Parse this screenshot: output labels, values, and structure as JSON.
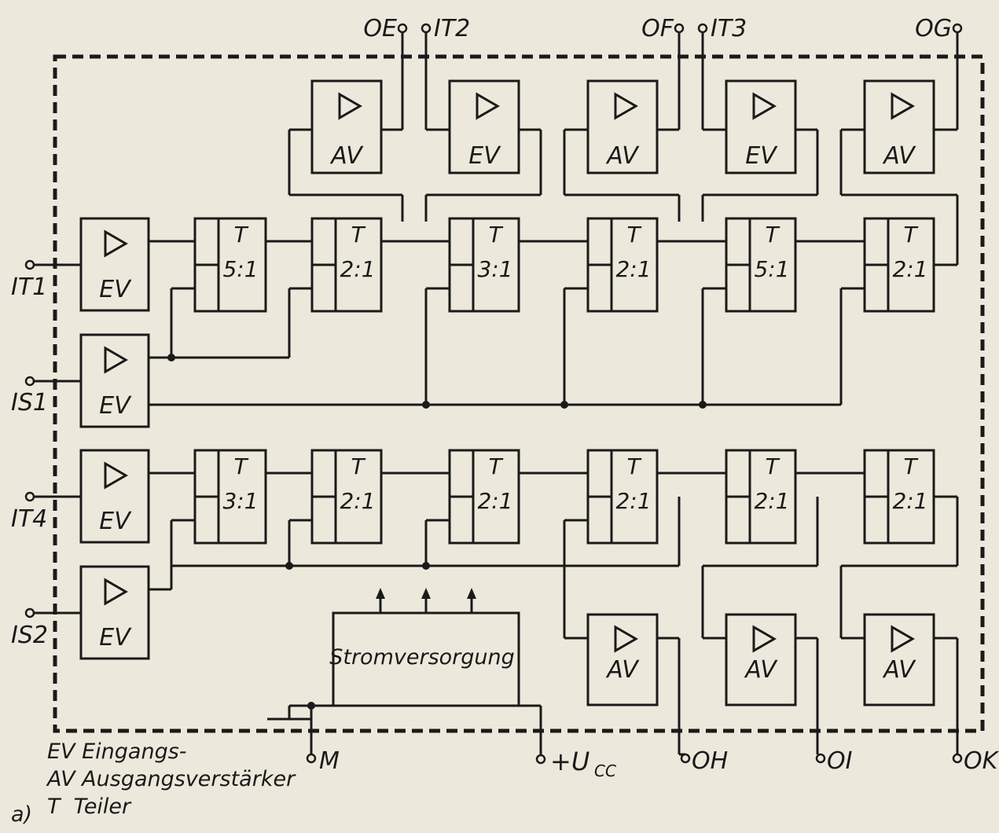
{
  "labels": {
    "ev": "EV",
    "av": "AV",
    "t": "T",
    "power": "Stromversorgung"
  },
  "ratios": {
    "top": [
      "5:1",
      "2:1",
      "3:1",
      "2:1",
      "5:1",
      "2:1"
    ],
    "bottom": [
      "3:1",
      "2:1",
      "2:1",
      "2:1",
      "2:1",
      "2:1"
    ]
  },
  "pins": {
    "top": [
      "OE",
      "IT2",
      "OF",
      "IT3",
      "OG"
    ],
    "left": [
      "IT1",
      "IS1",
      "IT4",
      "IS2"
    ],
    "bottom": [
      "M",
      "+U",
      "CC",
      "OH",
      "OI",
      "OK"
    ]
  },
  "legend": {
    "line1": "EV Eingangs-",
    "line2": "AV Ausgangsverstärker",
    "line3": "T  Teiler",
    "figure": "a)"
  }
}
